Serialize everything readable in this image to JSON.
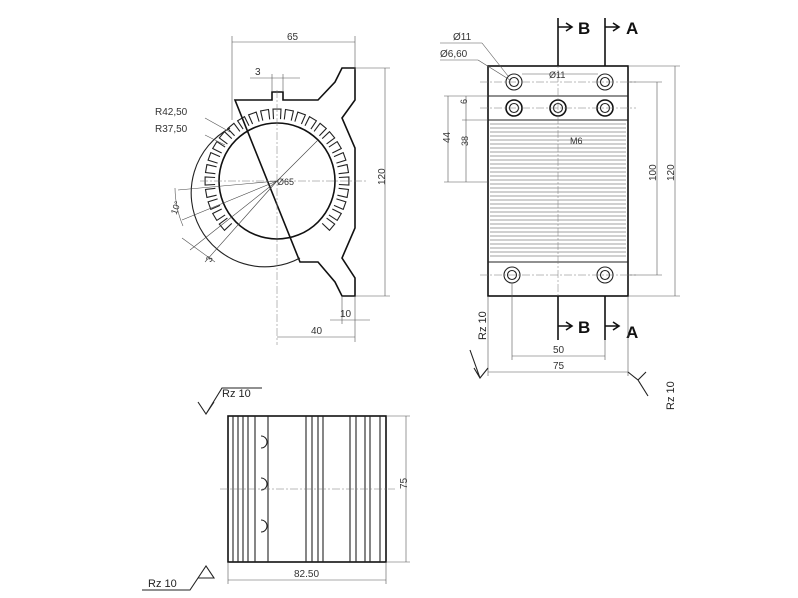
{
  "side_view": {
    "dim_width_top": "65",
    "dim_slot": "3",
    "dim_r_outer": "R42,50",
    "dim_r_inner": "R37,50",
    "dim_angle": "10°",
    "dim_tooth": "3",
    "dim_bore": "Ø65",
    "dim_height": "120",
    "dim_offset": "40",
    "dim_foot": "10"
  },
  "front_view": {
    "dim_hole_large": "Ø11",
    "dim_hole_small": "Ø6,60",
    "dim_hole_mid": "Ø11",
    "dim_6": "6",
    "dim_38": "38",
    "dim_44": "44",
    "dim_thread": "M6",
    "dim_100": "100",
    "dim_120": "120",
    "dim_50": "50",
    "dim_75": "75",
    "section_b_top": "B",
    "section_a_top": "A",
    "section_b_bottom": "B",
    "section_a_bottom": "A",
    "rz_left": "Rz 10",
    "rz_right": "Rz 10"
  },
  "bottom_view": {
    "rz_top": "Rz 10",
    "rz_bottom": "Rz 10",
    "dim_75": "75",
    "dim_82": "82.50"
  }
}
